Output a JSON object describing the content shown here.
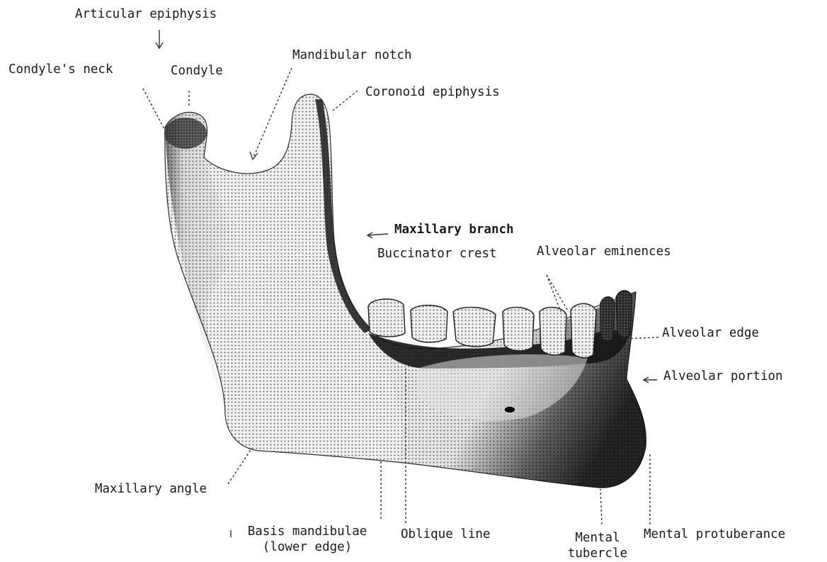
{
  "labels": {
    "articular_epiphysis": "Articular epiphysis",
    "condyles_neck": "Condyle's neck",
    "condyle": "Condyle",
    "mandibular_notch": "Mandibular notch",
    "coronoid_epiphysis": "Coronoid epiphysis",
    "maxillary_branch": "Maxillary branch",
    "buccinator_crest": "Buccinator crest",
    "alveolar_eminences": "Alveolar eminences",
    "alveolar_edge": "Alveolar edge",
    "alveolar_portion": "Alveolar portion",
    "maxillary_angle": "Maxillary angle",
    "basis_mandibulae_line1": "Basis mandibulae",
    "basis_mandibulae_line2": "(lower edge)",
    "oblique_line": "Oblique line",
    "mental_tubercle_line1": "Mental",
    "mental_tubercle_line2": "tubercle",
    "mental_protuberance": "Mental protuberance"
  },
  "colors": {
    "bone_light": "#d9d9d9",
    "bone_mid": "#9a9a9a",
    "bone_dark": "#1e1e1e",
    "leader": "#333333"
  }
}
